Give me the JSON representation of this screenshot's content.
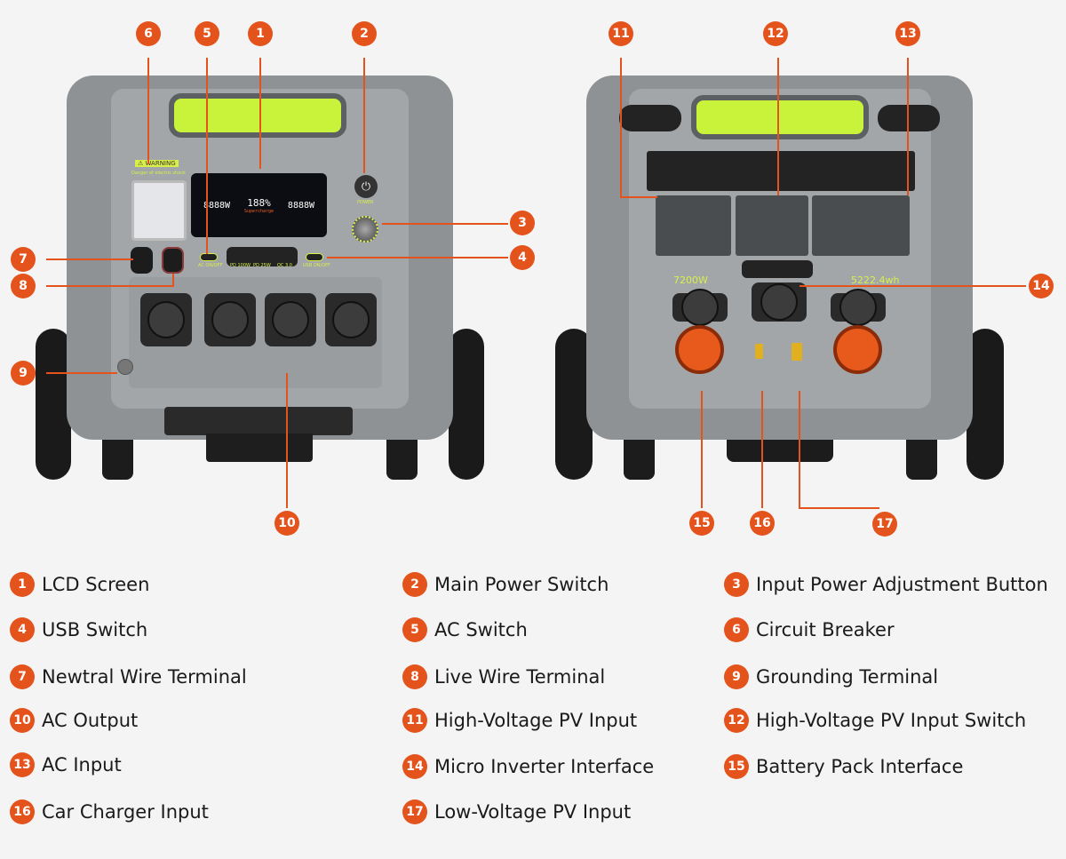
{
  "colors": {
    "accent": "#e4531b",
    "background": "#f4f4f4",
    "handle": "#c9f23a"
  },
  "front_device": {
    "warning": "⚠ WARNING",
    "danger": "Danger of electric shock",
    "lcd_input": "8888W",
    "lcd_center": "188%",
    "lcd_output": "8888W",
    "lcd_brand": "Supercharge",
    "power_label": "POWER",
    "ac_switch": "AC ON/OFF",
    "usb_switch": "USB ON/OFF",
    "port_pd100": "PD 100W",
    "port_pd25": "PD 25W",
    "port_qc": "QC 3.0"
  },
  "back_device": {
    "power_rating": "7200W",
    "capacity": "5222.4wh"
  },
  "callouts": {
    "c1": "1",
    "c2": "2",
    "c3": "3",
    "c4": "4",
    "c5": "5",
    "c6": "6",
    "c7": "7",
    "c8": "8",
    "c9": "9",
    "c10": "10",
    "c11": "11",
    "c12": "12",
    "c13": "13",
    "c14": "14",
    "c15": "15",
    "c16": "16",
    "c17": "17"
  },
  "legend": [
    {
      "num": "1",
      "label": "LCD Screen"
    },
    {
      "num": "2",
      "label": "Main Power Switch"
    },
    {
      "num": "3",
      "label": "Input Power Adjustment Button"
    },
    {
      "num": "4",
      "label": "USB Switch"
    },
    {
      "num": "5",
      "label": "AC Switch"
    },
    {
      "num": "6",
      "label": "Circuit Breaker"
    },
    {
      "num": "7",
      "label": "Newtral Wire Terminal"
    },
    {
      "num": "8",
      "label": "Live Wire Terminal"
    },
    {
      "num": "9",
      "label": "Grounding Terminal"
    },
    {
      "num": "10",
      "label": "AC Output"
    },
    {
      "num": "11",
      "label": "High-Voltage PV Input"
    },
    {
      "num": "12",
      "label": "High-Voltage PV Input Switch"
    },
    {
      "num": "13",
      "label": "AC Input"
    },
    {
      "num": "14",
      "label": "Micro Inverter Interface"
    },
    {
      "num": "15",
      "label": "Battery Pack Interface"
    },
    {
      "num": "16",
      "label": "Car Charger Input"
    },
    {
      "num": "17",
      "label": "Low-Voltage PV Input"
    }
  ]
}
